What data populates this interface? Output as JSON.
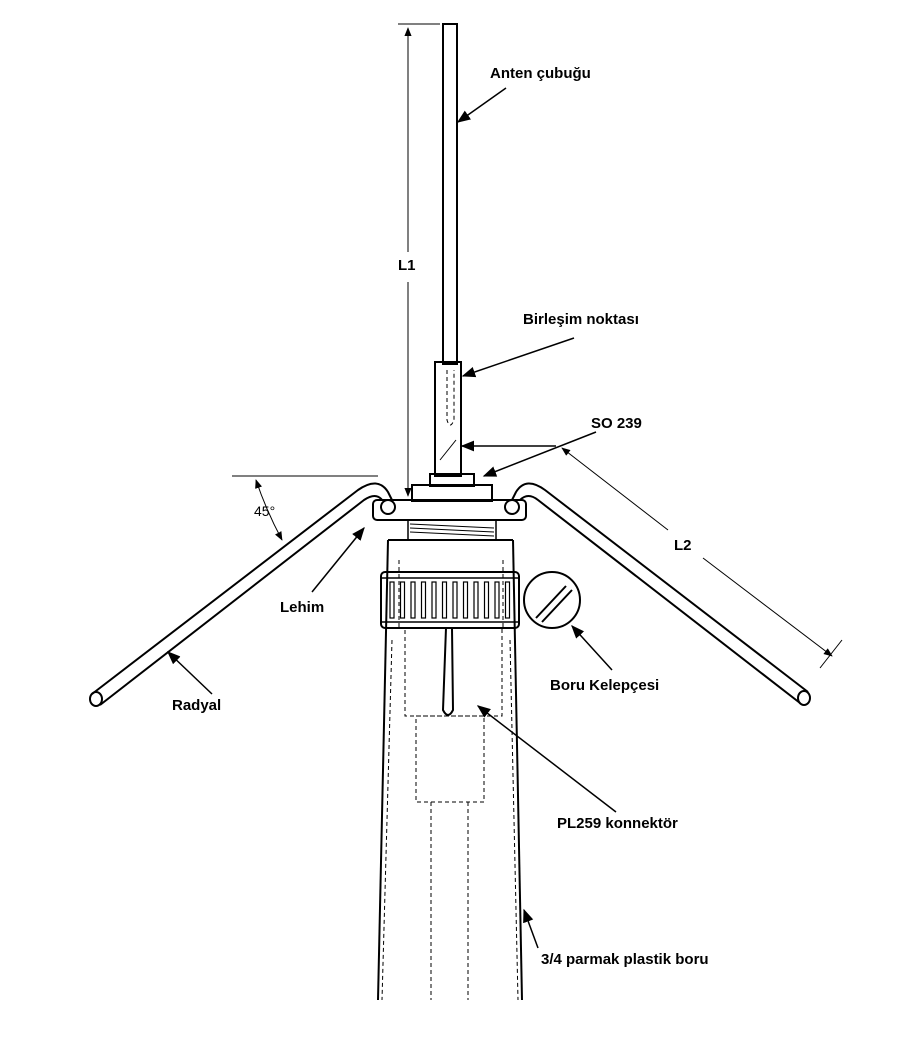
{
  "labels": {
    "rod": "Anten çubuğu",
    "l1": "L1",
    "junction": "Birleşim noktası",
    "so239": "SO 239",
    "l2": "L2",
    "angle": "45°",
    "solder": "Lehim",
    "clamp": "Boru Kelepçesi",
    "radial": "Radyal",
    "pl259": "PL259 konnektör",
    "pipe": "3/4 parmak plastik boru"
  }
}
